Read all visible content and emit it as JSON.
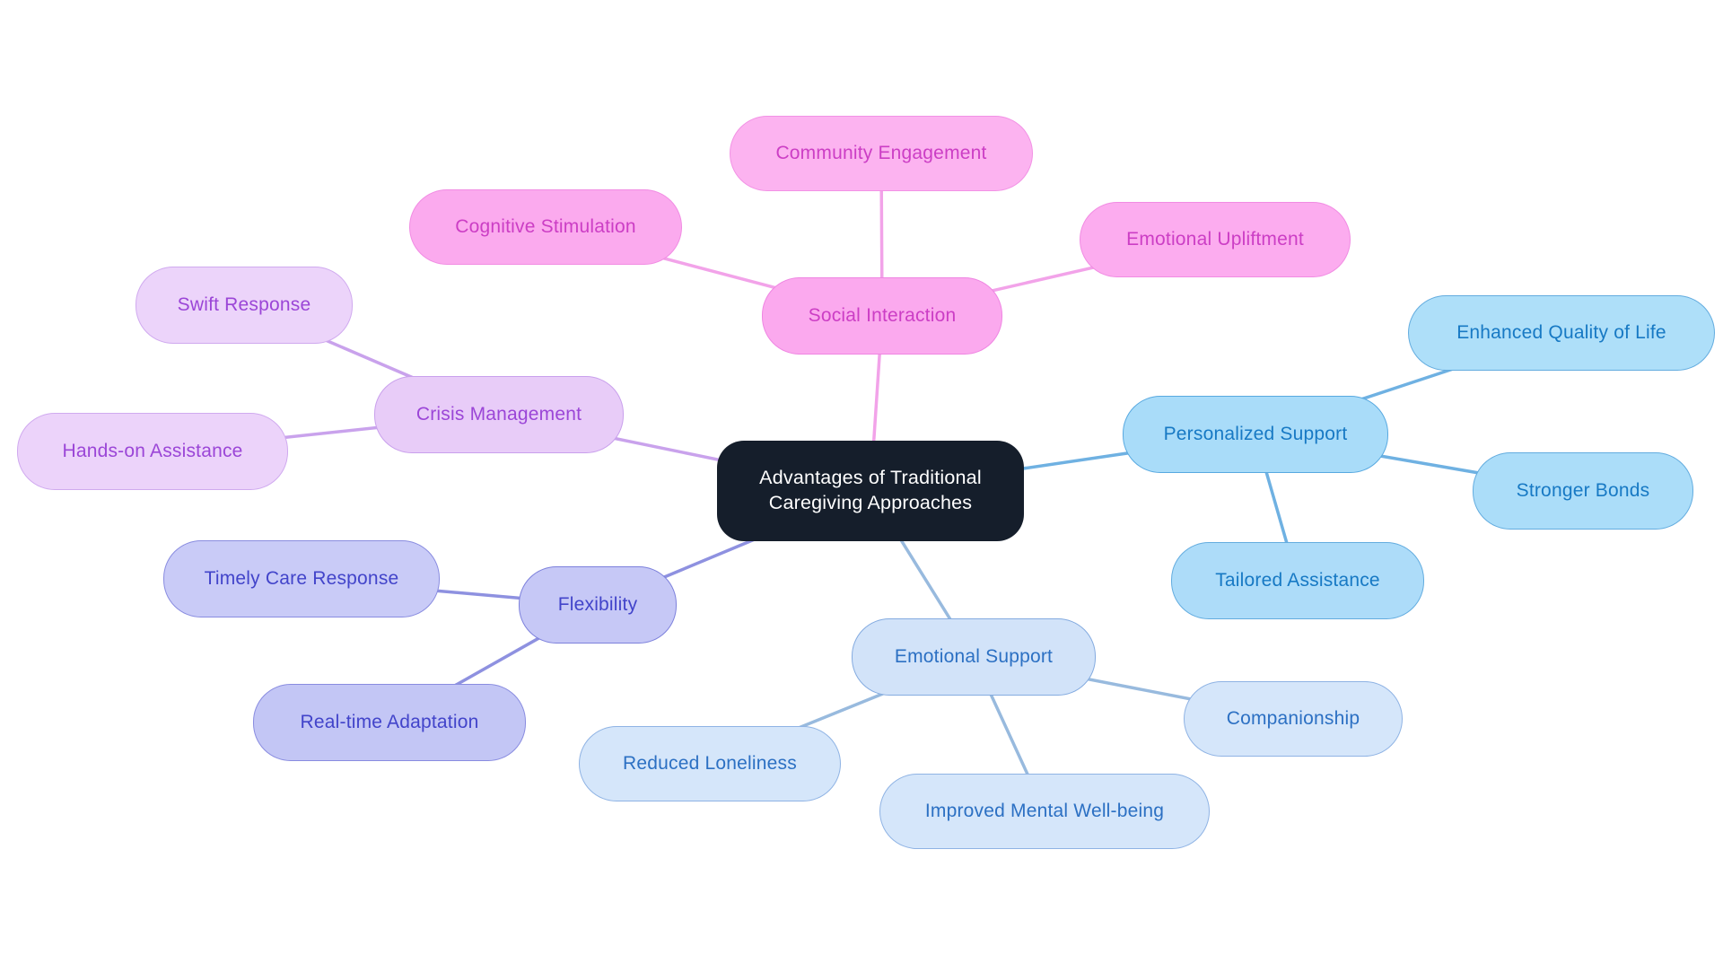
{
  "diagram": {
    "title": "Advantages of Traditional Caregiving Approaches mind map",
    "center": {
      "id": "center",
      "label": "Advantages of Traditional Caregiving Approaches",
      "fill": "#151e2b",
      "text_color": "#ffffff"
    },
    "branches": [
      {
        "id": "social-interaction",
        "label": "Social Interaction",
        "fill": "#fba9ee",
        "border": "#ef85e2",
        "text_color": "#cc3ec5",
        "edge_color": "#f2a3e9",
        "children": [
          {
            "id": "community-engagement",
            "label": "Community Engagement",
            "fill": "#fcb3f0",
            "border": "#f292e5"
          },
          {
            "id": "cognitive-stimulation",
            "label": "Cognitive Stimulation",
            "fill": "#fbaaee",
            "border": "#f18ce3"
          },
          {
            "id": "emotional-upliftment",
            "label": "Emotional Upliftment",
            "fill": "#fcacef",
            "border": "#f18ce3"
          }
        ]
      },
      {
        "id": "crisis-management",
        "label": "Crisis Management",
        "fill": "#e8ccf8",
        "border": "#c9a0ec",
        "text_color": "#9b46d7",
        "edge_color": "#c9a2ec",
        "children": [
          {
            "id": "swift-response",
            "label": "Swift Response",
            "fill": "#ecd4fa",
            "border": "#d0aaef"
          },
          {
            "id": "hands-on-assistance",
            "label": "Hands-on Assistance",
            "fill": "#ecd3fa",
            "border": "#d0aaef"
          }
        ]
      },
      {
        "id": "personalized-support",
        "label": "Personalized Support",
        "fill": "#a9dcf9",
        "border": "#58a9e0",
        "text_color": "#1779c4",
        "edge_color": "#6fb1e2",
        "children": [
          {
            "id": "enhanced-quality-of-life",
            "label": "Enhanced Quality of Life",
            "fill": "#aedff9",
            "border": "#63acdf"
          },
          {
            "id": "stronger-bonds",
            "label": "Stronger Bonds",
            "fill": "#abddf9",
            "border": "#63acdf"
          },
          {
            "id": "tailored-assistance",
            "label": "Tailored Assistance",
            "fill": "#addcf9",
            "border": "#63acdf"
          }
        ]
      },
      {
        "id": "flexibility",
        "label": "Flexibility",
        "fill": "#c6c8f6",
        "border": "#7d81dc",
        "text_color": "#4244ca",
        "edge_color": "#8e91e0",
        "children": [
          {
            "id": "timely-care-response",
            "label": "Timely Care Response",
            "fill": "#c9cbf7",
            "border": "#898ce0"
          },
          {
            "id": "real-time-adaptation",
            "label": "Real-time Adaptation",
            "fill": "#c3c6f5",
            "border": "#898ce0"
          }
        ]
      },
      {
        "id": "emotional-support",
        "label": "Emotional Support",
        "fill": "#d2e3f9",
        "border": "#84abe0",
        "text_color": "#2c70c3",
        "edge_color": "#98bade",
        "children": [
          {
            "id": "reduced-loneliness",
            "label": "Reduced Loneliness",
            "fill": "#d5e6fa",
            "border": "#8fb3e4"
          },
          {
            "id": "companionship",
            "label": "Companionship",
            "fill": "#d5e6fa",
            "border": "#8fb3e4"
          },
          {
            "id": "improved-mental-well-being",
            "label": "Improved Mental Well-being",
            "fill": "#d5e6fa",
            "border": "#8fb3e4"
          }
        ]
      }
    ]
  }
}
